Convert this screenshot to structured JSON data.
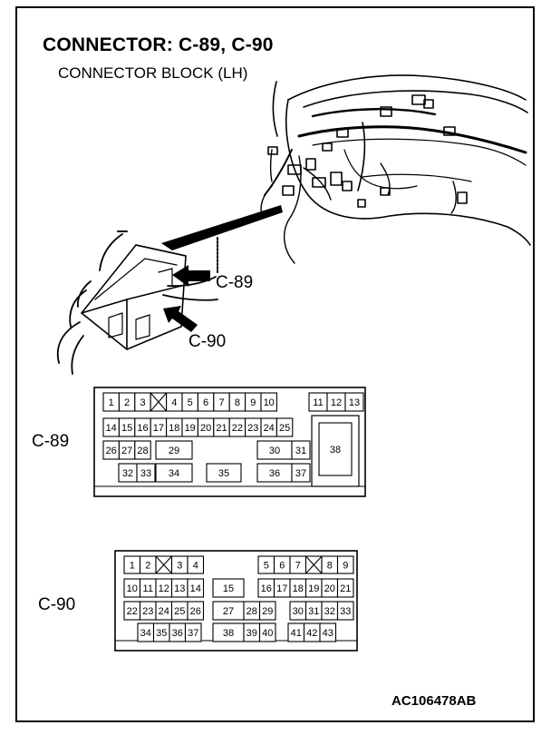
{
  "header": {
    "title": "CONNECTOR: C-89, C-90",
    "subtitle": "CONNECTOR BLOCK (LH)"
  },
  "illustration": {
    "callout_c89": "C-89",
    "callout_c90": "C-90"
  },
  "connectors": [
    {
      "label": "C-89",
      "pins": [
        "1",
        "2",
        "3",
        "4",
        "5",
        "6",
        "7",
        "8",
        "9",
        "10",
        "11",
        "12",
        "13",
        "14",
        "15",
        "16",
        "17",
        "18",
        "19",
        "20",
        "21",
        "22",
        "23",
        "24",
        "25",
        "26",
        "27",
        "28",
        "29",
        "30",
        "31",
        "32",
        "33",
        "34",
        "35",
        "36",
        "37",
        "38"
      ]
    },
    {
      "label": "C-90",
      "pins": [
        "1",
        "2",
        "3",
        "4",
        "5",
        "6",
        "7",
        "8",
        "9",
        "10",
        "11",
        "12",
        "13",
        "14",
        "15",
        "16",
        "17",
        "18",
        "19",
        "20",
        "21",
        "22",
        "23",
        "24",
        "25",
        "26",
        "27",
        "28",
        "29",
        "30",
        "31",
        "32",
        "33",
        "34",
        "35",
        "36",
        "37",
        "38",
        "39",
        "40",
        "41",
        "42",
        "43"
      ]
    }
  ],
  "footer": {
    "figure_code": "AC106478AB"
  }
}
